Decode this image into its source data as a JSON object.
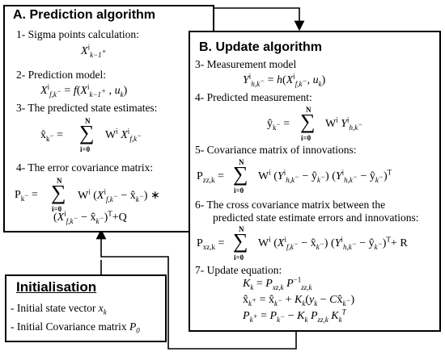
{
  "predict": {
    "title": "A. Prediction algorithm",
    "step1": "1-   Sigma points calculation:",
    "step2": "2-   Prediction model:",
    "step3": "3-   The predicted state estimates:",
    "step4": "4-   The error covariance matrix:",
    "sum_top": "N",
    "sum_bottom": "i=0"
  },
  "update": {
    "title": "B. Update algorithm",
    "step3": "3-   Measurement  model",
    "step4": "4-   Predicted measurement:",
    "step5": "5-   Covariance matrix of innovations:",
    "step6a": "6-   The cross covariance matrix between the",
    "step6b": "predicted state estimate errors and innovations:",
    "step7": "7-   Update equation:"
  },
  "init": {
    "title": "Initialisation",
    "line1": "- Initial state vector",
    "line2": "- Initial Covariance matrix"
  }
}
